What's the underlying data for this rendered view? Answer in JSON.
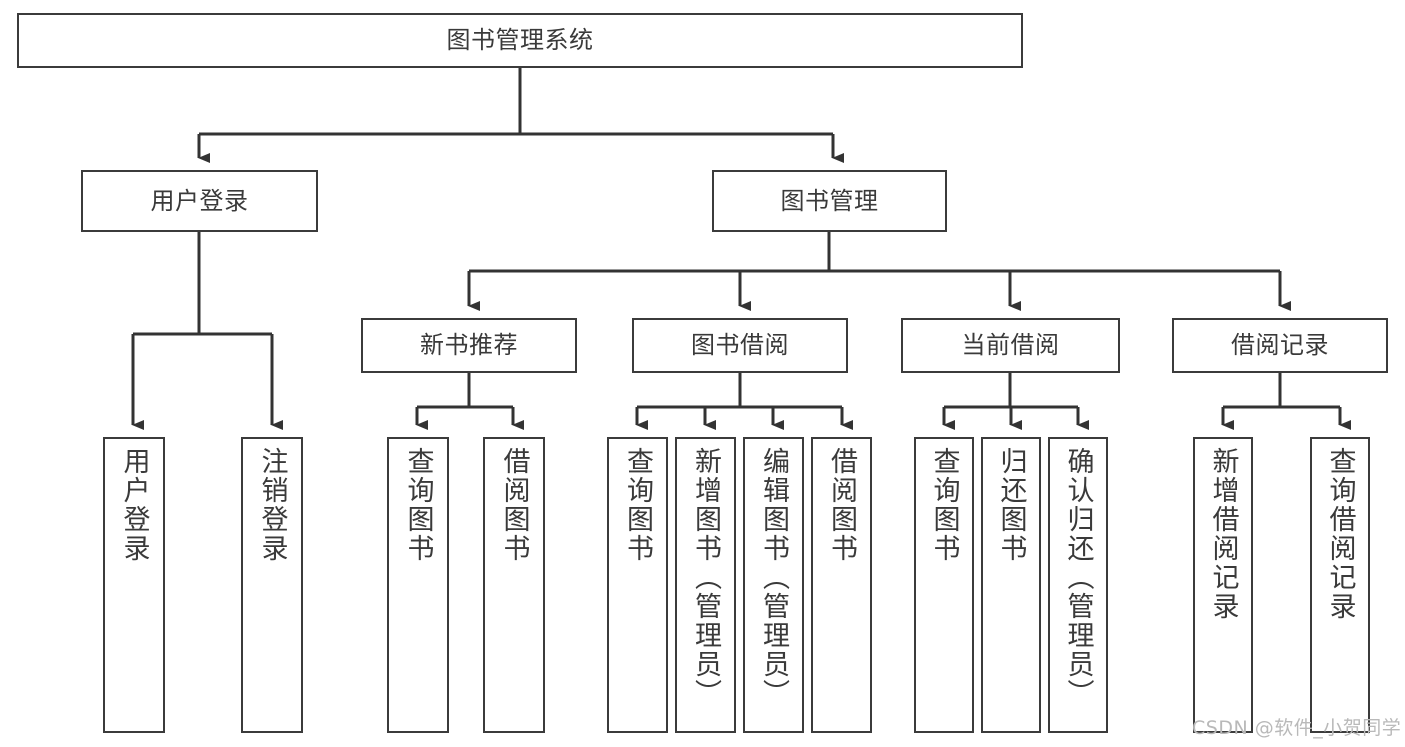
{
  "diagram": {
    "title": "图书管理系统",
    "type": "tree-hierarchy",
    "watermark": "CSDN @软件_小贺同学",
    "colors": {
      "box_border": "#3b3b3b",
      "box_fill": "#ffffff",
      "text": "#3a3a3a",
      "edge": "#333333",
      "watermark": "#b9b9b9",
      "background": "#ffffff"
    },
    "nodes": {
      "root": {
        "label": "图书管理系统"
      },
      "level2": [
        {
          "label": "用户登录"
        },
        {
          "label": "图书管理"
        }
      ],
      "level3": [
        {
          "label": "新书推荐"
        },
        {
          "label": "图书借阅"
        },
        {
          "label": "当前借阅"
        },
        {
          "label": "借阅记录"
        }
      ],
      "leaves": {
        "user_login": [
          {
            "label": "用户登录"
          },
          {
            "label": "注销登录"
          }
        ],
        "new_book_recommend": [
          {
            "label": "查询图书"
          },
          {
            "label": "借阅图书"
          }
        ],
        "book_borrow": [
          {
            "label": "查询图书"
          },
          {
            "label": "新增图书（管理员）"
          },
          {
            "label": "编辑图书（管理员）"
          },
          {
            "label": "借阅图书"
          }
        ],
        "current_borrow": [
          {
            "label": "查询图书"
          },
          {
            "label": "归还图书"
          },
          {
            "label": "确认归还（管理员）"
          }
        ],
        "borrow_records": [
          {
            "label": "新增借阅记录"
          },
          {
            "label": "查询借阅记录"
          }
        ]
      }
    }
  }
}
